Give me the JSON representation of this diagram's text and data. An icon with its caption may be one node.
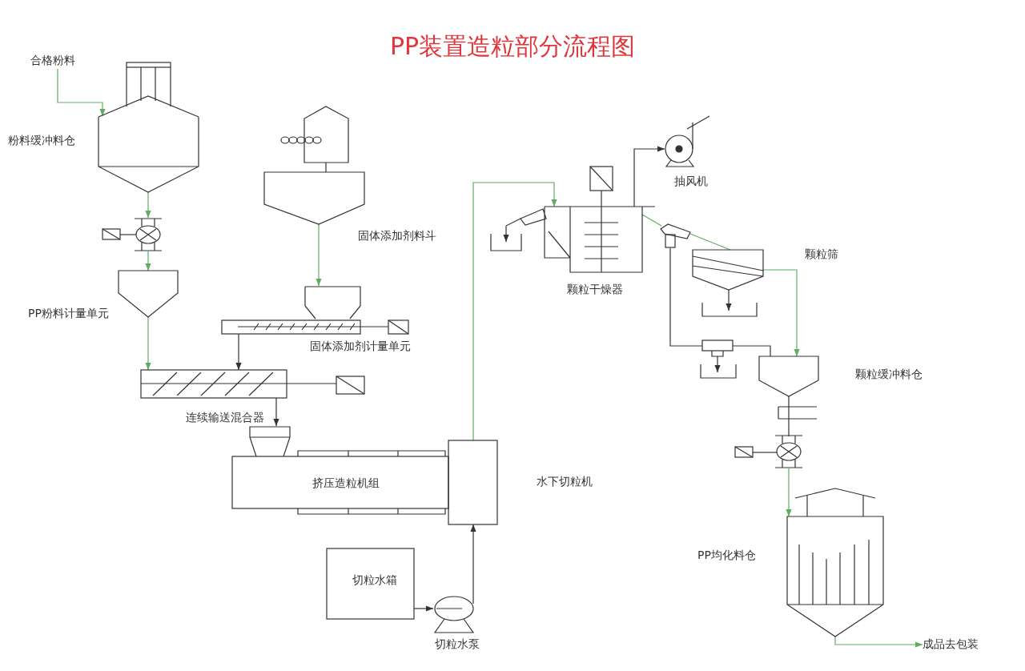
{
  "diagram": {
    "title": "PP装置造粒部分流程图",
    "nodes": [
      {
        "text": [
          "合格粉料"
        ]
      },
      {
        "text": [
          "粉料缓冲料仓"
        ]
      },
      {
        "text": [],
        "shape": "valve"
      },
      {
        "text": [
          "PP粉料计量单元"
        ]
      },
      {
        "text": [
          "固体添加剂料斗"
        ]
      },
      {
        "text": [
          "固体添加剂计量单元"
        ]
      },
      {
        "text": [
          "连续输送混合器"
        ]
      },
      {
        "text": [
          "挤压造粒机组"
        ]
      },
      {
        "text": [
          "水下切粒机"
        ]
      },
      {
        "text": [
          "切粒水箱"
        ]
      },
      {
        "text": [
          "切粒水泵"
        ]
      },
      {
        "text": [
          "颗粒干燥器"
        ]
      },
      {
        "text": [
          "抽风机"
        ]
      },
      {
        "text": [
          "颗粒筛"
        ]
      },
      {
        "text": [],
        "shape": "box"
      },
      {
        "text": [],
        "shape": "box"
      },
      {
        "text": [
          "颗粒缓冲料仓"
        ]
      },
      {
        "text": [],
        "shape": "valve"
      },
      {
        "text": [
          "PP均化料仓"
        ]
      },
      {
        "text": [
          "成品去包装"
        ]
      },
      {
        "text": [],
        "shape": "tray"
      },
      {
        "text": [],
        "shape": "tray"
      },
      {
        "text": [],
        "shape": "tray"
      }
    ],
    "edges": [
      {
        "from": 0,
        "to": 1,
        "arrow": "to",
        "color": "#5fae5f"
      },
      {
        "from": 1,
        "to": 2,
        "arrow": "to",
        "color": "#5fae5f"
      },
      {
        "from": 2,
        "to": 3,
        "arrow": "to",
        "color": "#5fae5f"
      },
      {
        "from": 3,
        "to": 6,
        "arrow": "to",
        "color": "#5fae5f"
      },
      {
        "from": 4,
        "to": 5,
        "arrow": "to",
        "color": "#5fae5f"
      },
      {
        "from": 5,
        "to": 6,
        "arrow": "to",
        "color": "#333333"
      },
      {
        "from": 6,
        "to": 7,
        "arrow": "to",
        "color": "#333333"
      },
      {
        "from": 9,
        "to": 10,
        "arrow": "to",
        "color": "#333333"
      },
      {
        "from": 10,
        "to": 8,
        "arrow": "to",
        "color": "#333333"
      },
      {
        "from": 8,
        "to": 11,
        "arrow": "to",
        "color": "#5fae5f"
      },
      {
        "from": 11,
        "to": 12,
        "arrow": "to",
        "color": "#333333"
      },
      {
        "from": 11,
        "to": 20,
        "arrow": "to",
        "color": "#333333"
      },
      {
        "from": 11,
        "to": 14,
        "arrow": "none",
        "color": "#5fae5f"
      },
      {
        "from": 14,
        "to": 13,
        "arrow": "none",
        "color": "#5fae5f"
      },
      {
        "from": 14,
        "to": 15,
        "arrow": "none",
        "color": "#333333"
      },
      {
        "from": 15,
        "to": 22,
        "arrow": "to",
        "color": "#333333"
      },
      {
        "from": 15,
        "to": 16,
        "arrow": "none",
        "color": "#333333"
      },
      {
        "from": 13,
        "to": 21,
        "arrow": "to",
        "color": "#333333"
      },
      {
        "from": 13,
        "to": 16,
        "arrow": "to",
        "color": "#5fae5f"
      },
      {
        "from": 16,
        "to": 17,
        "arrow": "none",
        "color": "#333333"
      },
      {
        "from": 17,
        "to": 18,
        "arrow": "to",
        "color": "#5fae5f"
      },
      {
        "from": 18,
        "to": 19,
        "arrow": "to",
        "color": "#5fae5f"
      }
    ]
  }
}
